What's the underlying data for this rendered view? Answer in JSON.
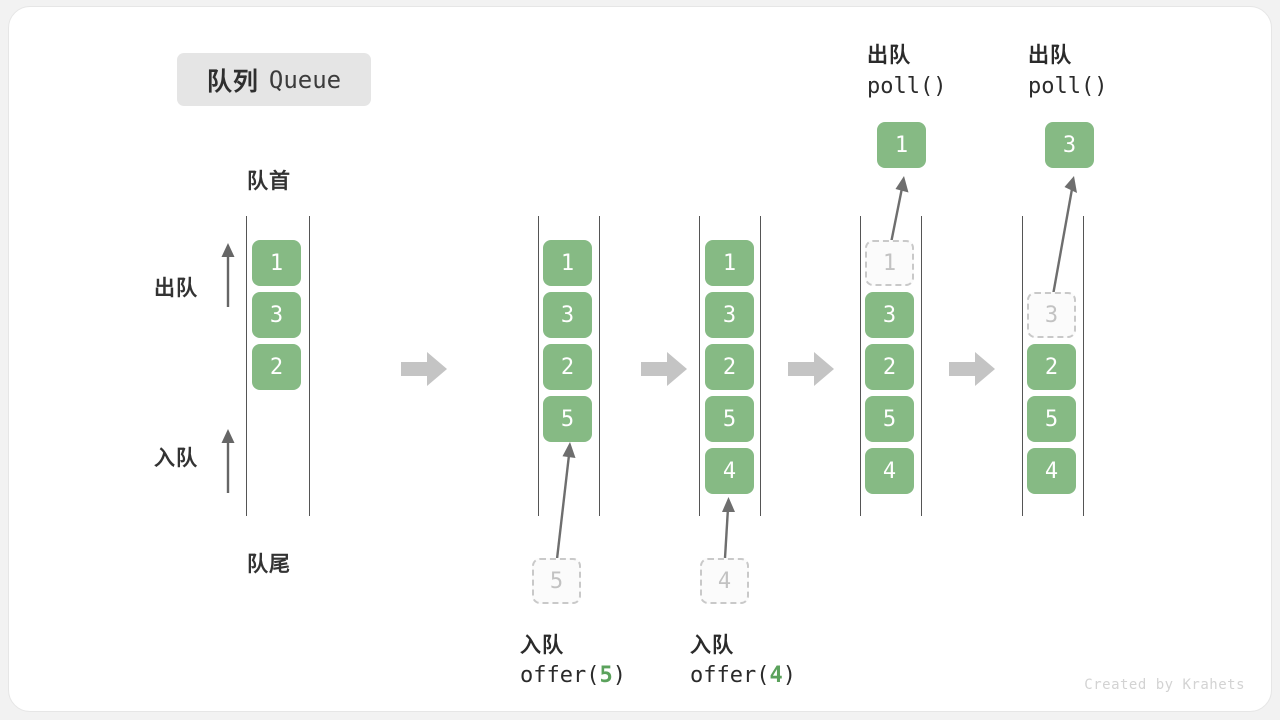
{
  "title": {
    "zh": "队列",
    "en": "Queue"
  },
  "labels": {
    "head": "队首",
    "tail": "队尾",
    "dequeue": "出队",
    "enqueue": "入队"
  },
  "watermark": "Created by Krahets",
  "colors": {
    "item_green": "#86ba84",
    "ghost_fill": "#fbfbfb",
    "ghost_border": "#c9c9c9",
    "ghost_text": "#c2c2c2",
    "rail": "#555555",
    "arrow_gray": "#c4c4c4",
    "connector_gray": "#6e6e6e",
    "badge_bg": "#e5e5e5",
    "accent_green_text": "#5ba25c"
  },
  "columns": [
    {
      "id": "col-1",
      "items": [
        "1",
        "3",
        "2"
      ],
      "ghost_top": null,
      "caption_zh": null,
      "caption_code": null
    },
    {
      "id": "col-2",
      "items": [
        "1",
        "3",
        "2",
        "5"
      ],
      "ghost_bottom": "5",
      "caption_zh": "入队",
      "caption_code_pre": "offer(",
      "caption_code_arg": "5",
      "caption_code_post": ")"
    },
    {
      "id": "col-3",
      "items": [
        "1",
        "3",
        "2",
        "5",
        "4"
      ],
      "ghost_bottom": "4",
      "caption_zh": "入队",
      "caption_code_pre": "offer(",
      "caption_code_arg": "4",
      "caption_code_post": ")"
    },
    {
      "id": "col-4",
      "ghost_slot": "1",
      "items": [
        "3",
        "2",
        "5",
        "4"
      ],
      "popped": "1",
      "caption_zh": "出队",
      "caption_code": "poll()"
    },
    {
      "id": "col-5",
      "ghost_slot": "3",
      "items": [
        "2",
        "5",
        "4"
      ],
      "popped": "3",
      "caption_zh": "出队",
      "caption_code": "poll()"
    }
  ],
  "left_axis": {
    "dequeue_label": "出队",
    "enqueue_label": "入队",
    "head_label": "队首",
    "tail_label": "队尾"
  }
}
